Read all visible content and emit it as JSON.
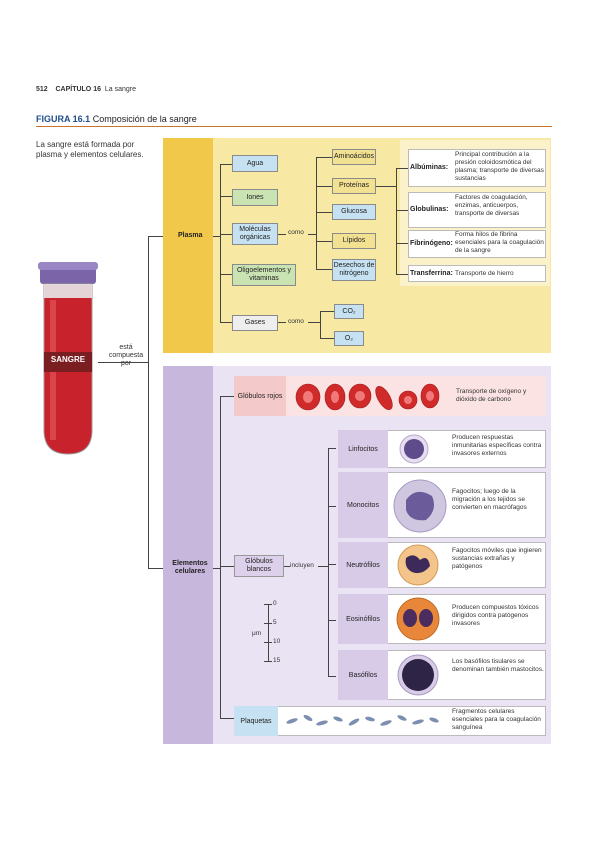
{
  "header": {
    "page_number": "512",
    "chapter": "CAPÍTULO 16",
    "chapter_title": "La sangre"
  },
  "figure": {
    "label": "FIGURA 16.1",
    "title": "Composición de la sangre"
  },
  "intro": "La sangre está formada por plasma y elementos celulares.",
  "tube": {
    "label": "SANGRE"
  },
  "connector": "está compuesta por",
  "plasma": {
    "label": "Plasma",
    "components": [
      "Agua",
      "Iones",
      "Moléculas orgánicas",
      "Oligoelementos y vitaminas",
      "Gases"
    ],
    "como1": "como",
    "como2": "como",
    "organics": [
      "Aminoácidos",
      "Proteínas",
      "Glucosa",
      "Lípidos",
      "Desechos de nitrógeno"
    ],
    "gases": [
      "CO₂",
      "O₂"
    ],
    "proteins": [
      {
        "name": "Albúminas:",
        "desc": "Principal contribución a la presión coloidosmótica del plasma; transporte de diversas sustancias"
      },
      {
        "name": "Globulinas:",
        "desc": "Factores de coagulación, enzimas, anticuerpos, transporte de diversas"
      },
      {
        "name": "Fibrinógeno:",
        "desc": "Forma hilos de fibrina esenciales para la coagulación de la sangre"
      },
      {
        "name": "Transferrina:",
        "desc": "Transporte de hierro"
      }
    ]
  },
  "cells": {
    "label": "Elementos celulares",
    "rbc": {
      "label": "Glóbulos rojos",
      "desc": "Transporte de oxígeno y dióxido de carbono"
    },
    "wbc": {
      "label": "Glóbulos blancos",
      "incluyen": "incluyen"
    },
    "types": [
      {
        "name": "Linfocitos",
        "desc": "Producen respuestas inmunitarias específicas contra invasores externos"
      },
      {
        "name": "Monocitos",
        "desc": "Fagocitos; luego de la migración a los tejidos se convierten en macrófagos"
      },
      {
        "name": "Neutrófilos",
        "desc": "Fagocitos móviles que ingieren sustancias extrañas y patógenos"
      },
      {
        "name": "Eosinófilos",
        "desc": "Producen compuestos tóxicos dirigidos contra patógenos invasores"
      },
      {
        "name": "Basófilos",
        "desc": "Los basófilos tisulares se denominan también mastocitos."
      }
    ],
    "platelets": {
      "label": "Plaquetas",
      "desc": "Fragmentos celulares esenciales para la coagulación sanguínea"
    },
    "scale": {
      "unit": "μm",
      "ticks": [
        "0",
        "5",
        "10",
        "15"
      ]
    }
  },
  "colors": {
    "plasma_panel": "#f7e8a3",
    "plasma_strip": "#f1c84a",
    "cells_panel": "#e9e3f3",
    "cells_strip": "#c8b7dc",
    "blood": "#c8232c",
    "tube_cap": "#7b64a8"
  }
}
